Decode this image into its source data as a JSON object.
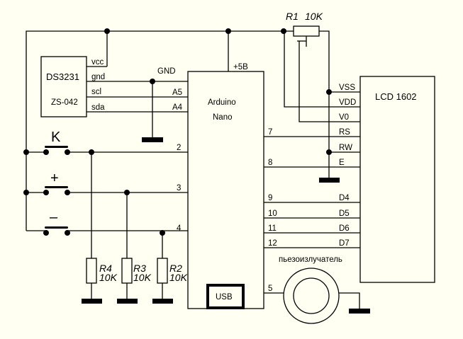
{
  "diagram": {
    "type": "circuit-schematic",
    "background": "#FFFFF2",
    "rtc_module": {
      "name": "DS3231",
      "model": "ZS-042",
      "pins": [
        "vcc",
        "gnd",
        "scl",
        "sda"
      ]
    },
    "gnd_label": "GND",
    "arduino": {
      "name": "Arduino",
      "model": "Nano",
      "power_label": "+5B",
      "usb_label": "USB",
      "left_pins": [
        "A5",
        "A4",
        "2",
        "3",
        "4"
      ],
      "right_pins": [
        "7",
        "8",
        "9",
        "10",
        "11",
        "12",
        "5"
      ]
    },
    "lcd": {
      "name": "LCD 1602",
      "pins": [
        "VSS",
        "VDD",
        "V0",
        "RS",
        "RW",
        "E",
        "D4",
        "D5",
        "D6",
        "D7"
      ]
    },
    "potentiometer": {
      "ref": "R1",
      "value": "10K"
    },
    "buttons": [
      {
        "label": "K"
      },
      {
        "label": "+"
      },
      {
        "label": "–"
      }
    ],
    "resistors": [
      {
        "ref": "R4",
        "value": "10K"
      },
      {
        "ref": "R3",
        "value": "10K"
      },
      {
        "ref": "R2",
        "value": "10K"
      }
    ],
    "buzzer": {
      "label": "пьезоизлучатель"
    }
  }
}
